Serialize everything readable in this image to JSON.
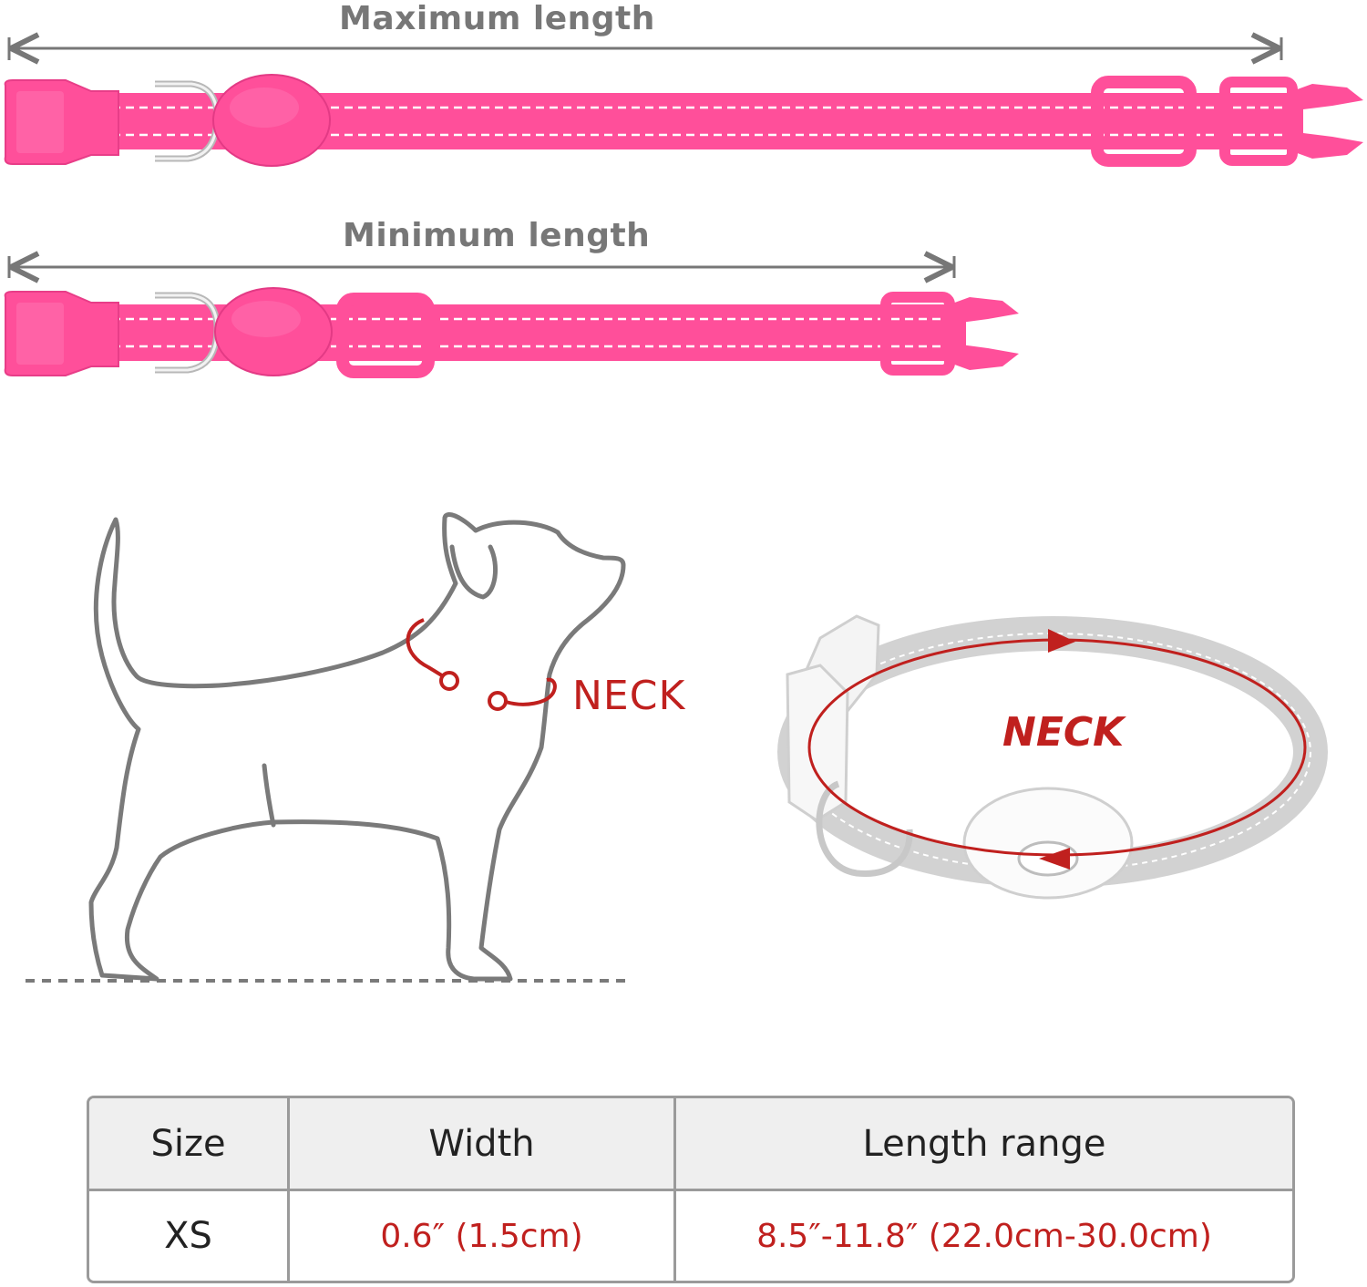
{
  "dimensions": {
    "max_label": "Maximum length",
    "min_label": "Minimum length"
  },
  "dog_diagram": {
    "neck_label": "NECK"
  },
  "collar_diagram": {
    "neck_label": "NECK"
  },
  "size_table": {
    "headers": [
      "Size",
      "Width",
      "Length range"
    ],
    "rows": [
      {
        "size": "XS",
        "width": "0.6″ (1.5cm)",
        "length": "8.5″-11.8″ (22.0cm-30.0cm)"
      }
    ]
  },
  "colors": {
    "collar_pink": "#ff4f9a",
    "accent_red": "#c0201e",
    "outline_gray": "#7a7a7a"
  }
}
